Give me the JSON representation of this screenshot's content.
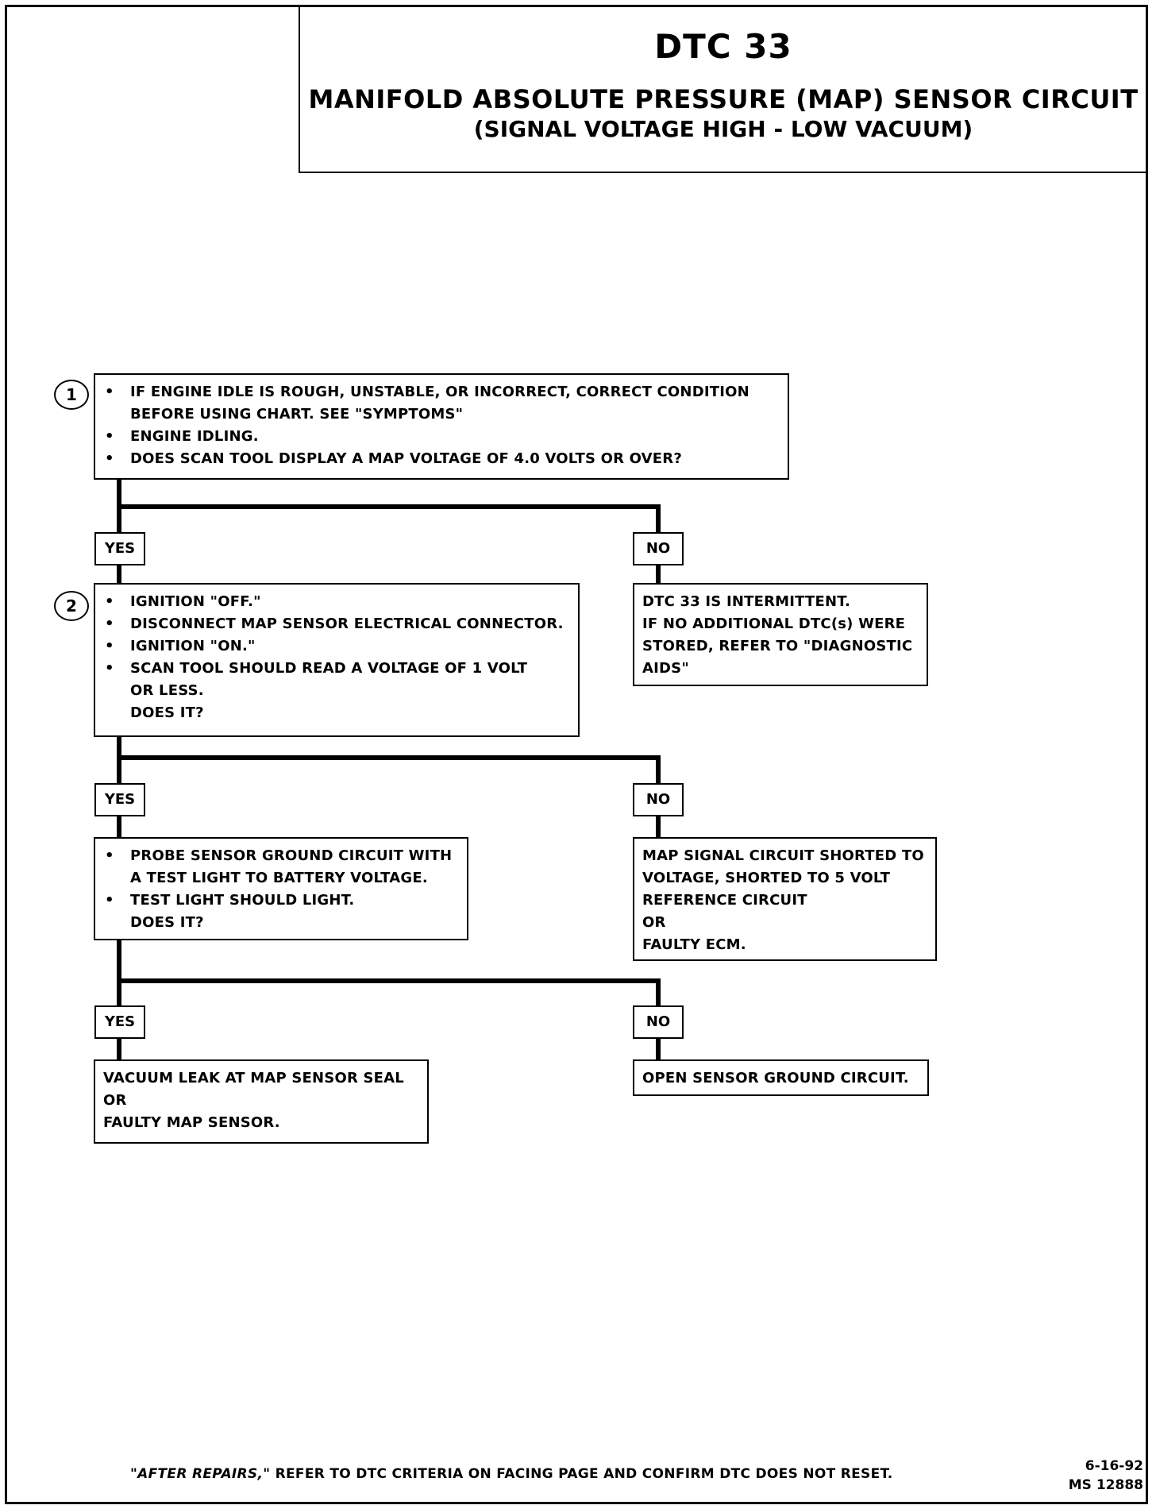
{
  "header": {
    "dtc": "DTC 33",
    "title": "MANIFOLD ABSOLUTE PRESSURE (MAP) SENSOR CIRCUIT",
    "subtitle": "(SIGNAL VOLTAGE HIGH - LOW VACUUM)"
  },
  "steps": {
    "one": "1",
    "two": "2"
  },
  "box1": {
    "b1_l1": "IF ENGINE IDLE IS ROUGH, UNSTABLE, OR INCORRECT, CORRECT CONDITION",
    "b1_l2": "BEFORE USING CHART.  SEE \"SYMPTOMS\"",
    "b2": "ENGINE IDLING.",
    "b3": "DOES SCAN TOOL DISPLAY A MAP VOLTAGE OF 4.0 VOLTS OR OVER?"
  },
  "labels": {
    "yes": "YES",
    "no": "NO"
  },
  "box2": {
    "b1": "IGNITION \"OFF.\"",
    "b2": "DISCONNECT MAP SENSOR ELECTRICAL CONNECTOR.",
    "b3": "IGNITION \"ON.\"",
    "b4_l1": "SCAN TOOL SHOULD READ  A VOLTAGE OF 1 VOLT",
    "b4_l2": "OR LESS.",
    "question": "DOES IT?"
  },
  "no1": {
    "l1": "DTC 33 IS INTERMITTENT.",
    "l2": "IF NO ADDITIONAL DTC(s) WERE",
    "l3": "STORED, REFER TO \"DIAGNOSTIC",
    "l4": "AIDS\""
  },
  "box3": {
    "b1_l1": "PROBE SENSOR GROUND CIRCUIT WITH",
    "b1_l2": "A TEST LIGHT TO BATTERY VOLTAGE.",
    "b2": "TEST LIGHT SHOULD LIGHT.",
    "question": "DOES IT?"
  },
  "no2": {
    "l1": "MAP SIGNAL CIRCUIT SHORTED TO",
    "l2": "VOLTAGE, SHORTED TO 5 VOLT",
    "l3": "REFERENCE CIRCUIT",
    "l4": "OR",
    "l5": "FAULTY ECM."
  },
  "yes3": {
    "l1": "VACUUM LEAK AT MAP SENSOR SEAL",
    "l2": "OR",
    "l3": "FAULTY MAP SENSOR."
  },
  "no3": {
    "l1": "OPEN SENSOR GROUND CIRCUIT."
  },
  "footer": {
    "emphasis": "\"AFTER REPAIRS,\"",
    "text": " REFER TO DTC CRITERIA ON FACING PAGE AND CONFIRM DTC DOES NOT RESET.",
    "date": "6-16-92",
    "code": "MS 12888"
  }
}
